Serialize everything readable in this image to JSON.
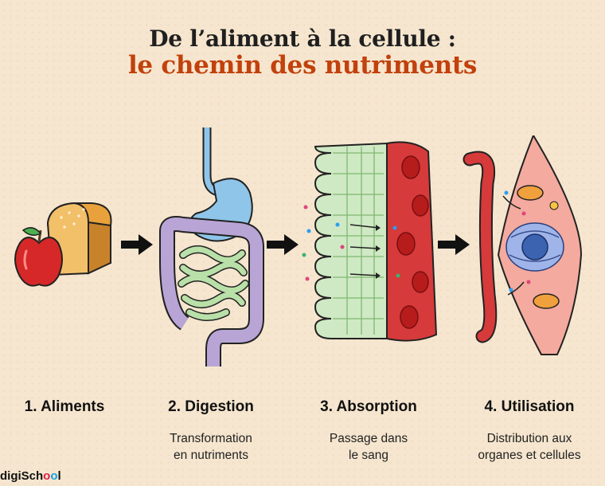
{
  "title": {
    "line1": "De l’aliment à la cellule :",
    "line2": "le chemin des nutriments"
  },
  "steps": [
    {
      "label": "1. Aliments",
      "desc_lines": []
    },
    {
      "label": "2. Digestion",
      "desc_lines": [
        "Transformation",
        "en nutriments"
      ]
    },
    {
      "label": "3. Absorption",
      "desc_lines": [
        "Passage dans",
        "le sang"
      ]
    },
    {
      "label": "4. Utilisation",
      "desc_lines": [
        "Distribution aux",
        "organes et cellules"
      ]
    }
  ],
  "brand": {
    "prefix": "digiSch",
    "o1": "o",
    "o2": "o",
    "suffix": "l"
  },
  "colors": {
    "background": "#f6e6cf",
    "title_dark": "#1f1f1f",
    "title_accent": "#c2410c",
    "blood": "#d63a3a",
    "villi": "#cfe9c4",
    "stomach": "#8ec5e8",
    "intestine": "#b9e0a8",
    "colon": "#b8a5d6",
    "cell": "#f4aa9e"
  },
  "icons": [
    "apple-icon",
    "bread-icon",
    "arrow-right-icon",
    "digestive-system-icon",
    "intestinal-villi-icon",
    "blood-vessel-icon",
    "cell-icon"
  ]
}
